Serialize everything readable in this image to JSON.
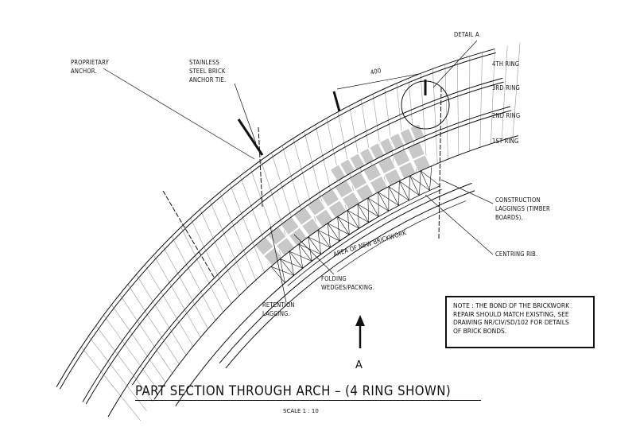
{
  "drawing": {
    "title": "PART SECTION THROUGH ARCH – (4 RING SHOWN)",
    "scale": "SCALE 1 : 10",
    "section_marker": "A",
    "labels": {
      "proprietary_anchor": "PROPRIETARY\nANCHOR.",
      "stainless_tie": "STAINLESS\nSTEEL BRICK\nANCHOR TIE.",
      "detail_a": "DETAIL A",
      "ring4": "4TH RING",
      "ring3": "3RD RING",
      "ring2": "2ND RING",
      "ring1": "1ST RING",
      "dimension": "400",
      "construction_laggings": "CONSTRUCTION\nLAGGINGS (TIMBER\nBOARDS).",
      "area_new_brickwork": "AREA OF NEW BRICKWORK",
      "centring_rib": "CENTRING RIB.",
      "folding_wedges": "FOLDING\nWEDGES/PACKING.",
      "retention_lagging": "RETENTION\nLAGGING."
    },
    "note": "NOTE : THE BOND OF THE BRICKWORK\nREPAIR SHOULD MATCH EXISTING, SEE\nDRAWING NR/CIV/SD/102 FOR DETAILS\nOF BRICK BONDS.",
    "colors": {
      "line": "#111111",
      "new_brick_fill": "#c8c8c8",
      "hatch": "#9a9a9a"
    }
  }
}
